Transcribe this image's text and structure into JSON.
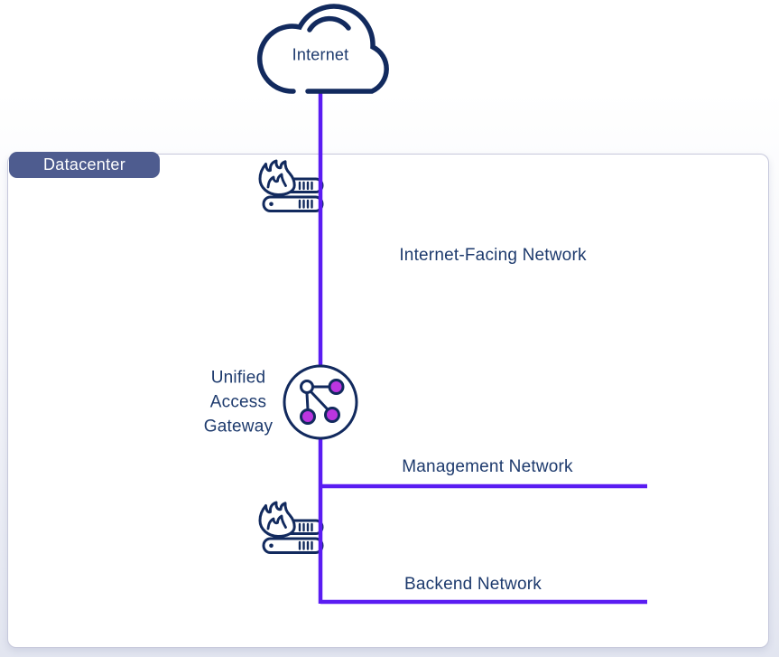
{
  "colors": {
    "navy": "#122a5e",
    "text_navy": "#1d3a6d",
    "purple": "#5a1cf2",
    "magenta": "#bb35e0",
    "badge_bg": "#4e5c8f",
    "box_border": "#c7c9dc"
  },
  "labels": {
    "internet": "Internet",
    "datacenter": "Datacenter",
    "internet_facing": "Internet-Facing Network",
    "management": "Management Network",
    "backend": "Backend Network",
    "gateway": [
      "Unified",
      "Access",
      "Gateway"
    ]
  },
  "icons": {
    "cloud": "internet-cloud-icon",
    "firewall_top": "firewall-flame-servers-icon",
    "firewall_bottom": "firewall-flame-servers-icon",
    "gateway": "uag-network-nodes-icon"
  }
}
